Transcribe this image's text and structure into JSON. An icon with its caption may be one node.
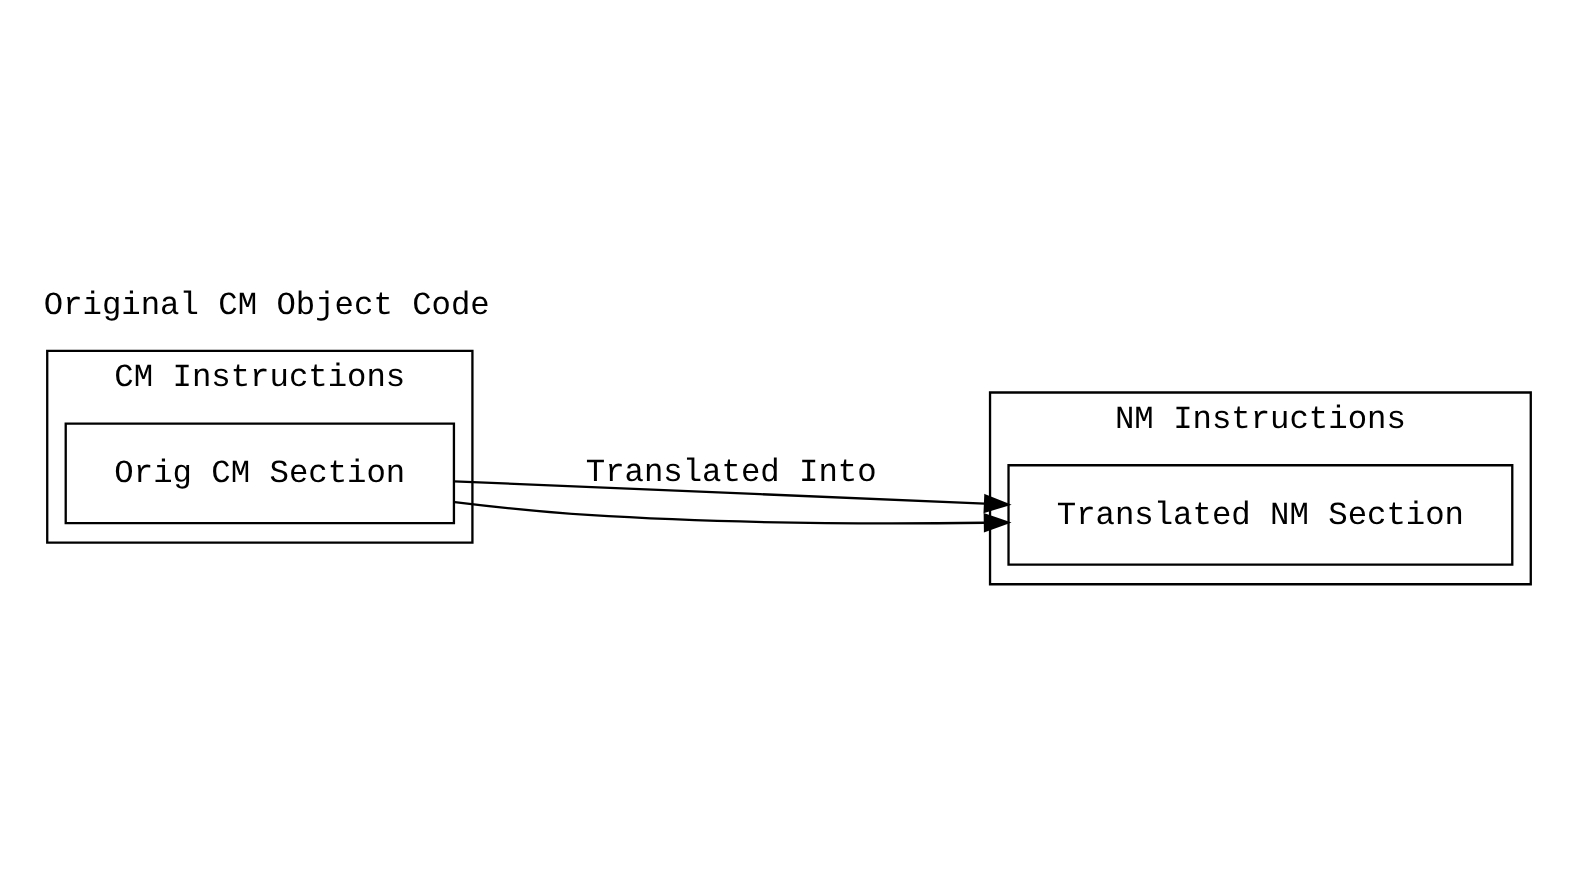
{
  "diagram": {
    "title": "Original CM Object Code",
    "nodes": [
      {
        "text": [
          "CM Instructions"
        ]
      },
      {
        "text": [
          "Orig CM Section"
        ],
        "in": 0
      },
      {
        "text": [
          "NM Instructions"
        ]
      },
      {
        "text": [
          "Translated NM Section"
        ],
        "in": 2
      }
    ],
    "edges": [
      {
        "from": 1,
        "to": 3,
        "arrow": "to",
        "label": "Translated Into"
      },
      {
        "from": 1,
        "to": 3,
        "arrow": "to"
      }
    ]
  }
}
